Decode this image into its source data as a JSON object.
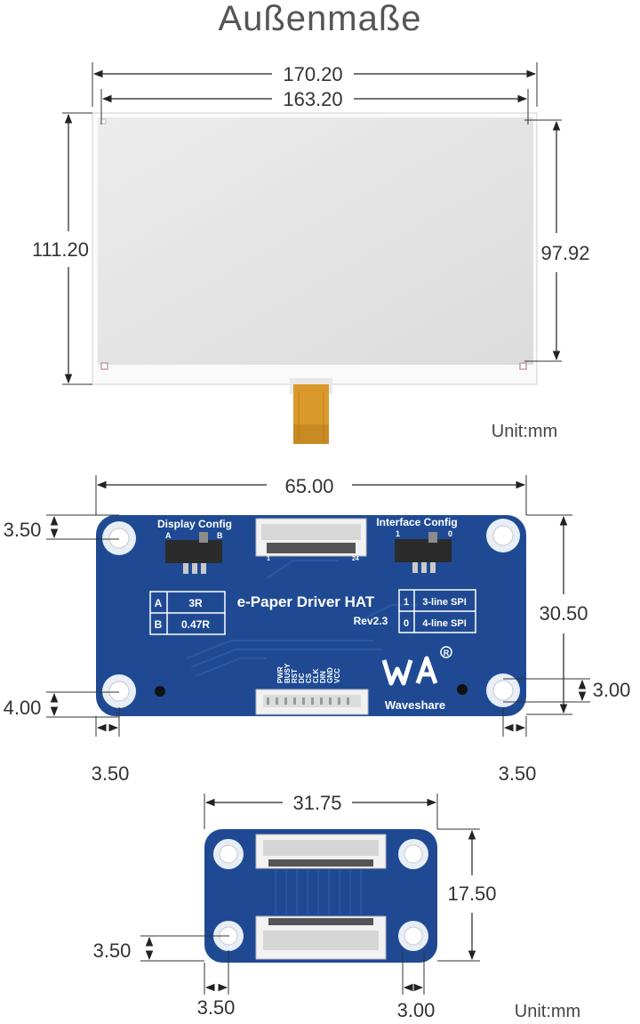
{
  "title": "Außenmaße",
  "display": {
    "width_outer": "170.20",
    "width_active": "163.20",
    "height_outer": "111.20",
    "height_active": "97.92",
    "unit": "Unit:mm"
  },
  "hat": {
    "width": "65.00",
    "height": "30.50",
    "hole_top_offset": "3.50",
    "hole_bottom_offset": "4.00",
    "hole_left_offset": "3.50",
    "hole_right_offset": "3.50",
    "hole_diameter": "3.00",
    "display_config_label": "Display Config",
    "interface_config_label": "Interface Config",
    "switch_a": "A",
    "switch_b": "B",
    "switch_1": "1",
    "switch_0": "0",
    "board_title": "e-Paper Driver HAT",
    "revision": "Rev2.3",
    "brand": "Waveshare",
    "table_left": [
      {
        "key": "A",
        "value": "3R"
      },
      {
        "key": "B",
        "value": "0.47R"
      }
    ],
    "table_right": [
      {
        "key": "1",
        "value": "3-line SPI"
      },
      {
        "key": "0",
        "value": "4-line SPI"
      }
    ],
    "pins": [
      "PWR",
      "BUSY",
      "RST",
      "DC",
      "CS",
      "CLK",
      "DIN",
      "GND",
      "VCC"
    ],
    "fpc_pin_1": "1",
    "fpc_pin_24": "24"
  },
  "adapter": {
    "width": "31.75",
    "height": "17.50",
    "hole_offset_y": "3.50",
    "hole_offset_x": "3.50",
    "hole_diameter": "3.00",
    "unit": "Unit:mm"
  },
  "colors": {
    "pcb": "#1f4a93",
    "screen": "#e6e6e6",
    "fpc": "#d99a2b"
  }
}
